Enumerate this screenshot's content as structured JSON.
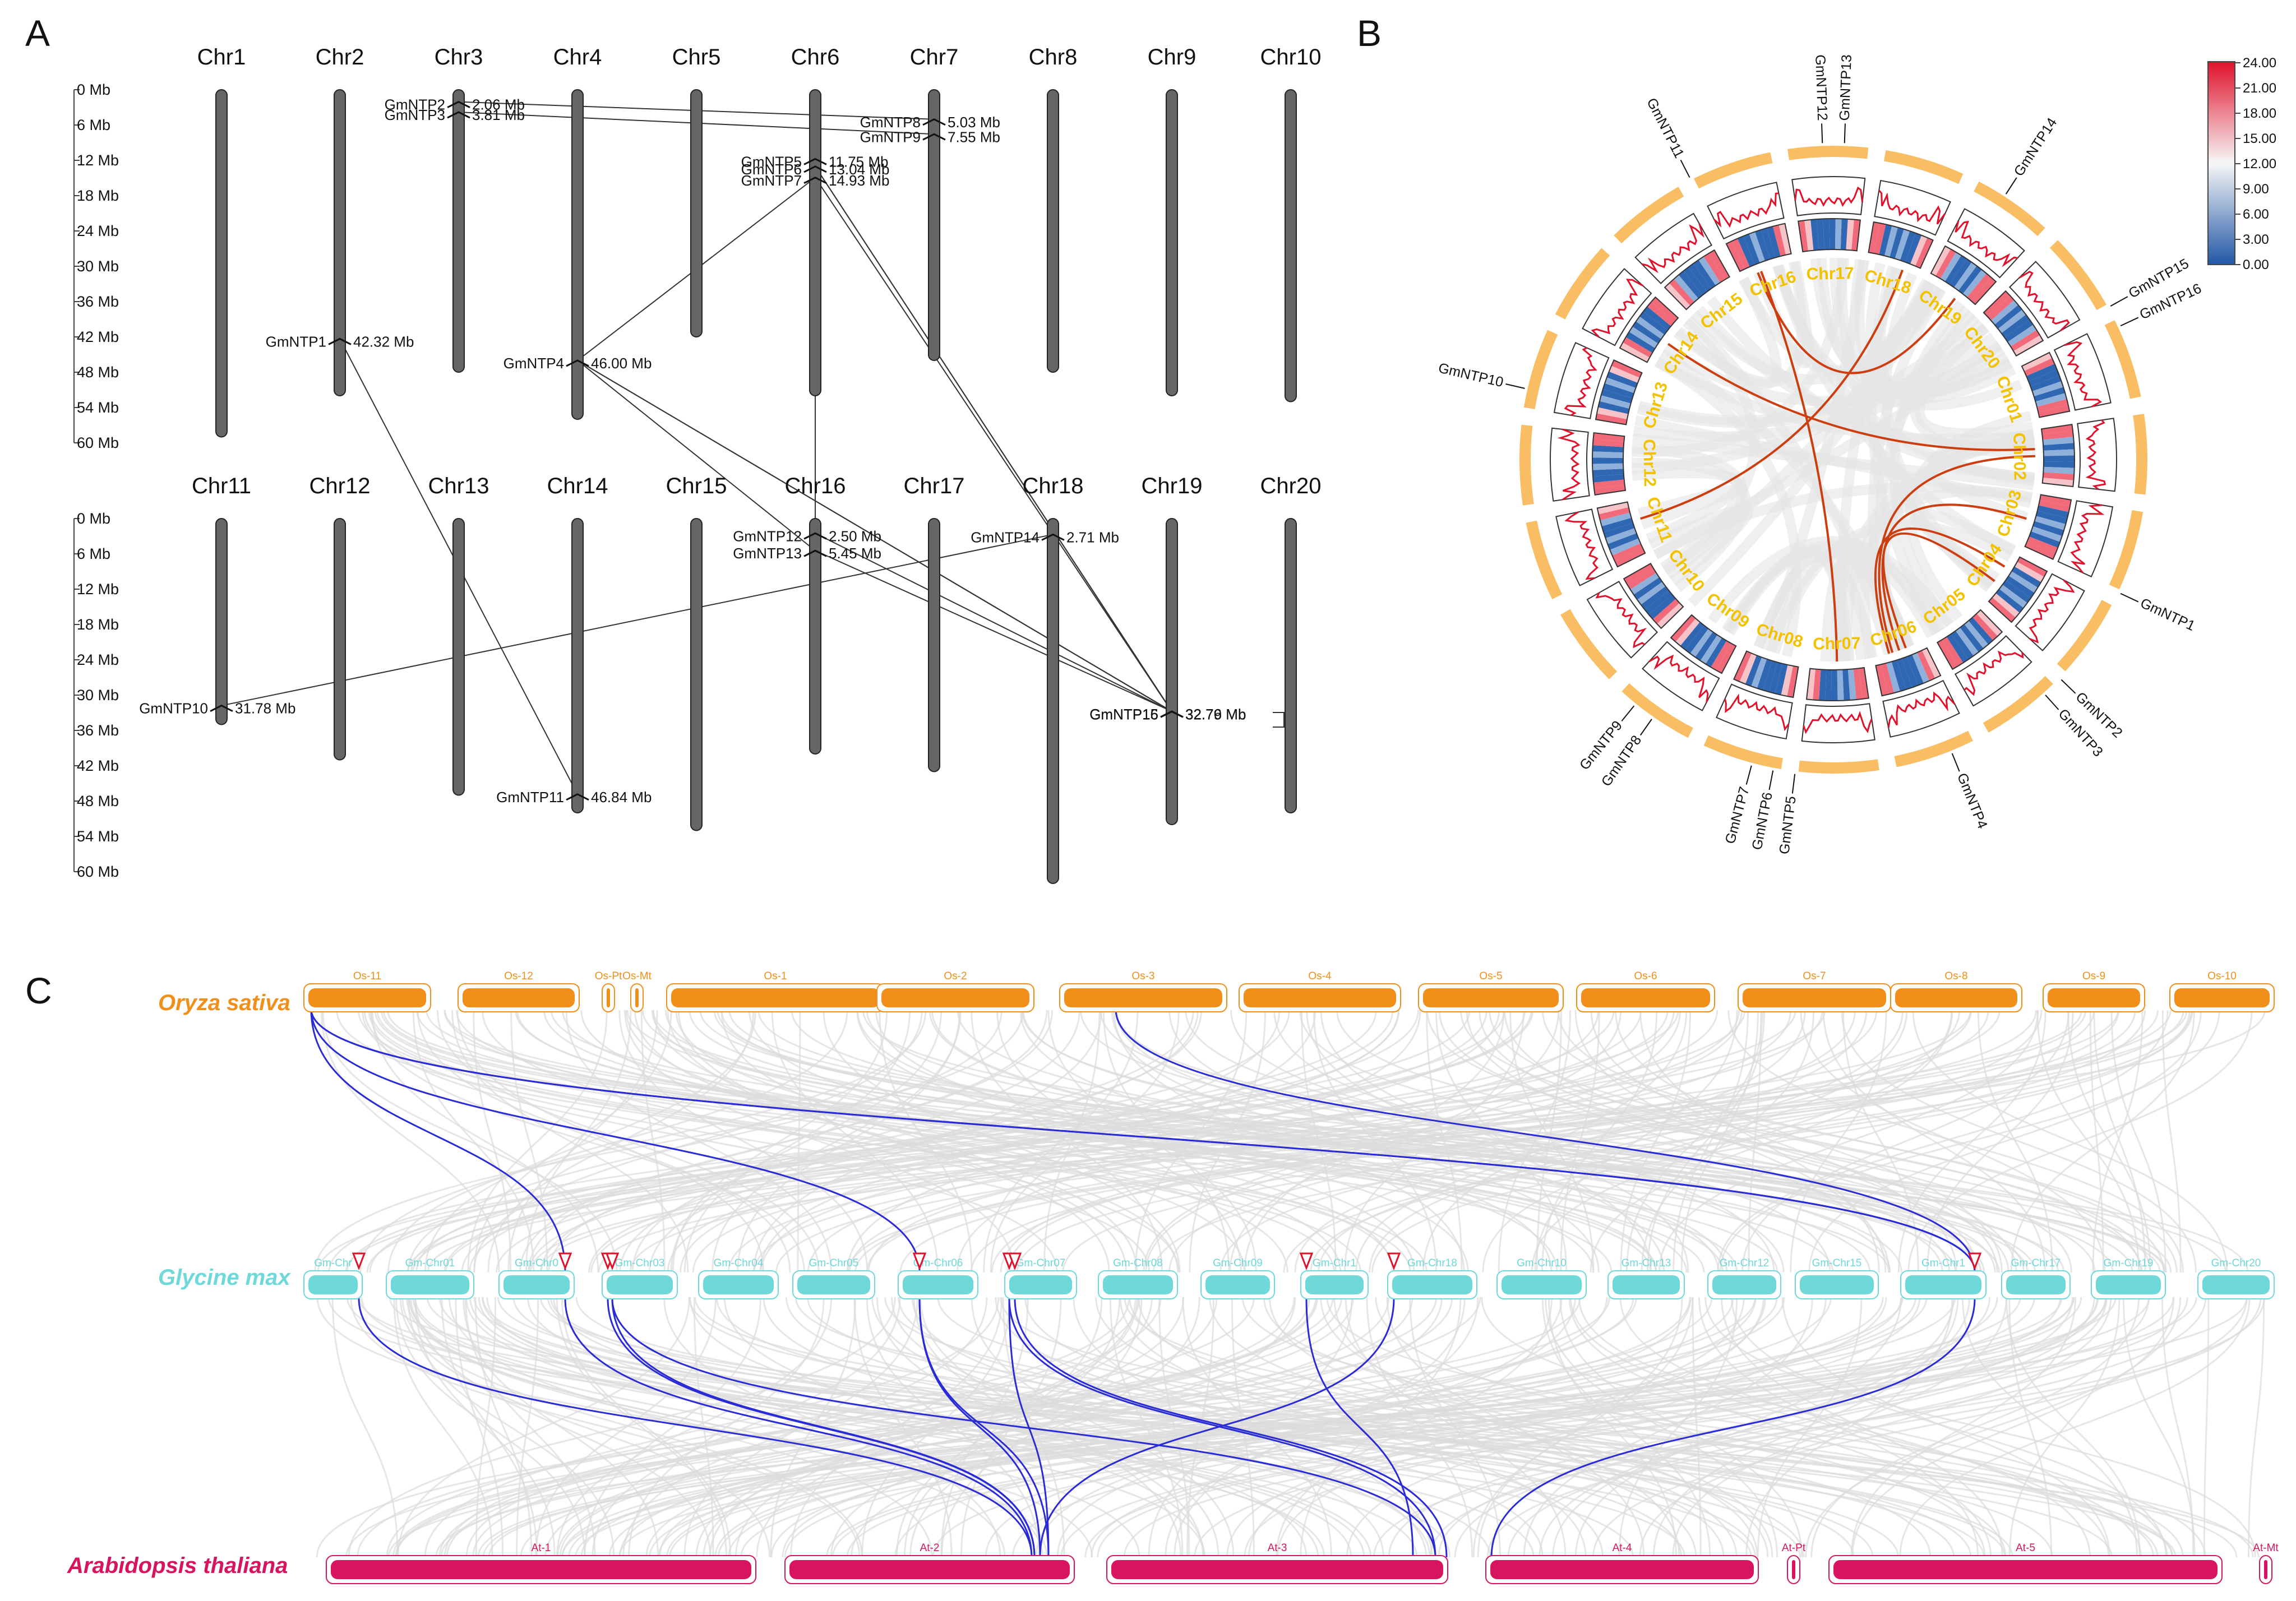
{
  "panels": {
    "a": "A",
    "b": "B",
    "c": "C"
  },
  "panel_a": {
    "scale_labels": [
      "0 Mb",
      "6 Mb",
      "12 Mb",
      "18 Mb",
      "24 Mb",
      "30 Mb",
      "36 Mb",
      "42 Mb",
      "48 Mb",
      "54 Mb",
      "60 Mb"
    ],
    "chromosomes": [
      {
        "name": "Chr1",
        "length": 59
      },
      {
        "name": "Chr2",
        "length": 52
      },
      {
        "name": "Chr3",
        "length": 48
      },
      {
        "name": "Chr4",
        "length": 56
      },
      {
        "name": "Chr5",
        "length": 42
      },
      {
        "name": "Chr6",
        "length": 52
      },
      {
        "name": "Chr7",
        "length": 46
      },
      {
        "name": "Chr8",
        "length": 48
      },
      {
        "name": "Chr9",
        "length": 52
      },
      {
        "name": "Chr10",
        "length": 53
      },
      {
        "name": "Chr11",
        "length": 35
      },
      {
        "name": "Chr12",
        "length": 41
      },
      {
        "name": "Chr13",
        "length": 47
      },
      {
        "name": "Chr14",
        "length": 50
      },
      {
        "name": "Chr15",
        "length": 53
      },
      {
        "name": "Chr16",
        "length": 40
      },
      {
        "name": "Chr17",
        "length": 43
      },
      {
        "name": "Chr18",
        "length": 62
      },
      {
        "name": "Chr19",
        "length": 52
      },
      {
        "name": "Chr20",
        "length": 50
      }
    ],
    "genes": [
      {
        "name": "GmNTP1",
        "chr": "Chr2",
        "pos_mb": 42.32,
        "label": "42.32 Mb"
      },
      {
        "name": "GmNTP2",
        "chr": "Chr3",
        "pos_mb": 2.06,
        "label": "2.06 Mb"
      },
      {
        "name": "GmNTP3",
        "chr": "Chr3",
        "pos_mb": 3.81,
        "label": "3.81 Mb"
      },
      {
        "name": "GmNTP4",
        "chr": "Chr4",
        "pos_mb": 46.0,
        "label": "46.00 Mb"
      },
      {
        "name": "GmNTP5",
        "chr": "Chr6",
        "pos_mb": 11.75,
        "label": "11.75 Mb"
      },
      {
        "name": "GmNTP6",
        "chr": "Chr6",
        "pos_mb": 13.04,
        "label": "13.04 Mb"
      },
      {
        "name": "GmNTP7",
        "chr": "Chr6",
        "pos_mb": 14.93,
        "label": "14.93 Mb"
      },
      {
        "name": "GmNTP8",
        "chr": "Chr7",
        "pos_mb": 5.03,
        "label": "5.03 Mb"
      },
      {
        "name": "GmNTP9",
        "chr": "Chr7",
        "pos_mb": 7.55,
        "label": "7.55 Mb"
      },
      {
        "name": "GmNTP10",
        "chr": "Chr11",
        "pos_mb": 31.78,
        "label": "31.78 Mb"
      },
      {
        "name": "GmNTP11",
        "chr": "Chr14",
        "pos_mb": 46.84,
        "label": "46.84 Mb"
      },
      {
        "name": "GmNTP12",
        "chr": "Chr16",
        "pos_mb": 2.5,
        "label": "2.50 Mb"
      },
      {
        "name": "GmNTP13",
        "chr": "Chr16",
        "pos_mb": 5.45,
        "label": "5.45 Mb"
      },
      {
        "name": "GmNTP14",
        "chr": "Chr18",
        "pos_mb": 2.71,
        "label": "2.71 Mb"
      },
      {
        "name": "GmNTP15",
        "chr": "Chr19",
        "pos_mb": 32.76,
        "label": "32.76 Mb"
      },
      {
        "name": "GmNTP16",
        "chr": "Chr19",
        "pos_mb": 32.79,
        "label": "32.79 Mb"
      }
    ],
    "segmental_pairs": [
      [
        "GmNTP1",
        "GmNTP11"
      ],
      [
        "GmNTP2",
        "GmNTP8"
      ],
      [
        "GmNTP3",
        "GmNTP9"
      ],
      [
        "GmNTP4",
        "GmNTP7"
      ],
      [
        "GmNTP4",
        "GmNTP13"
      ],
      [
        "GmNTP4",
        "GmNTP15"
      ],
      [
        "GmNTP4",
        "GmNTP16"
      ],
      [
        "GmNTP5",
        "GmNTP12"
      ],
      [
        "GmNTP6",
        "GmNTP15"
      ],
      [
        "GmNTP7",
        "GmNTP16"
      ],
      [
        "GmNTP7",
        "GmNTP12"
      ],
      [
        "GmNTP12",
        "GmNTP16"
      ],
      [
        "GmNTP13",
        "GmNTP15"
      ],
      [
        "GmNTP10",
        "GmNTP14"
      ],
      [
        "GmNTP6",
        "GmNTP16"
      ]
    ]
  },
  "panel_b": {
    "chromosomes": [
      "Chr01",
      "Chr02",
      "Chr03",
      "Chr04",
      "Chr05",
      "Chr06",
      "Chr07",
      "Chr08",
      "Chr09",
      "Chr10",
      "Chr11",
      "Chr12",
      "Chr13",
      "Chr14",
      "Chr15",
      "Chr16",
      "Chr17",
      "Chr18",
      "Chr19",
      "Chr20"
    ],
    "gene_labels": [
      {
        "text": "GmNTP1",
        "angle": 115
      },
      {
        "text": "GmNTP2",
        "angle": 134
      },
      {
        "text": "GmNTP3",
        "angle": 138
      },
      {
        "text": "GmNTP4",
        "angle": 158
      },
      {
        "text": "GmNTP5",
        "angle": 187
      },
      {
        "text": "GmNTP6",
        "angle": 191
      },
      {
        "text": "GmNTP7",
        "angle": 195
      },
      {
        "text": "GmNTP8",
        "angle": 215
      },
      {
        "text": "GmNTP9",
        "angle": 219
      },
      {
        "text": "GmNTP10",
        "angle": 283
      },
      {
        "text": "GmNTP11",
        "angle": 333
      },
      {
        "text": "GmNTP12",
        "angle": 358
      },
      {
        "text": "GmNTP13",
        "angle": 2
      },
      {
        "text": "GmNTP14",
        "angle": 33
      },
      {
        "text": "GmNTP15",
        "angle": 61
      },
      {
        "text": "GmNTP16",
        "angle": 65
      }
    ],
    "colorbar_ticks": [
      "24.00",
      "21.00",
      "18.00",
      "15.00",
      "12.00",
      "9.00",
      "6.00",
      "3.00",
      "0.00"
    ],
    "colors": {
      "high": "#e0112b",
      "mid": "#f7f7f7",
      "low": "#2257a6",
      "ring": "#f9be63",
      "link": "#cc3d10",
      "chrlabel": "#f2c200"
    }
  },
  "panel_c": {
    "species": {
      "top": "Oryza sativa",
      "middle": "Glycine max",
      "bottom": "Arabidopsis thaliana"
    },
    "species_colors": {
      "top": "#f0901a",
      "middle": "#6fd8d8",
      "bottom": "#d6145f"
    },
    "os_chromosomes": [
      "Os-11",
      "Os-12",
      "Os-Pt",
      "Os-Mt",
      "Os-1",
      "Os-2",
      "Os-3",
      "Os-4",
      "Os-5",
      "Os-6",
      "Os-7",
      "Os-8",
      "Os-9",
      "Os-10"
    ],
    "gm_chromosomes": [
      "Gm-Chr",
      "Gm-Chr01",
      "Gm-Chr0",
      "Gm-Chr03",
      "Gm-Chr04",
      "Gm-Chr05",
      "Gm-Chr06",
      "Gm-Chr07",
      "Gm-Chr08",
      "Gm-Chr09",
      "Gm-Chr1",
      "Gm-Chr18",
      "Gm-Chr10",
      "Gm-Chr13",
      "Gm-Chr12",
      "Gm-Chr15",
      "Gm-Chr1",
      "Gm-Chr17",
      "Gm-Chr19",
      "Gm-Chr20"
    ],
    "at_chromosomes": [
      "At-1",
      "At-2",
      "At-3",
      "At-4",
      "At-Pt",
      "At-5",
      "At-Mt"
    ],
    "link_color": "#2b2bd6"
  }
}
